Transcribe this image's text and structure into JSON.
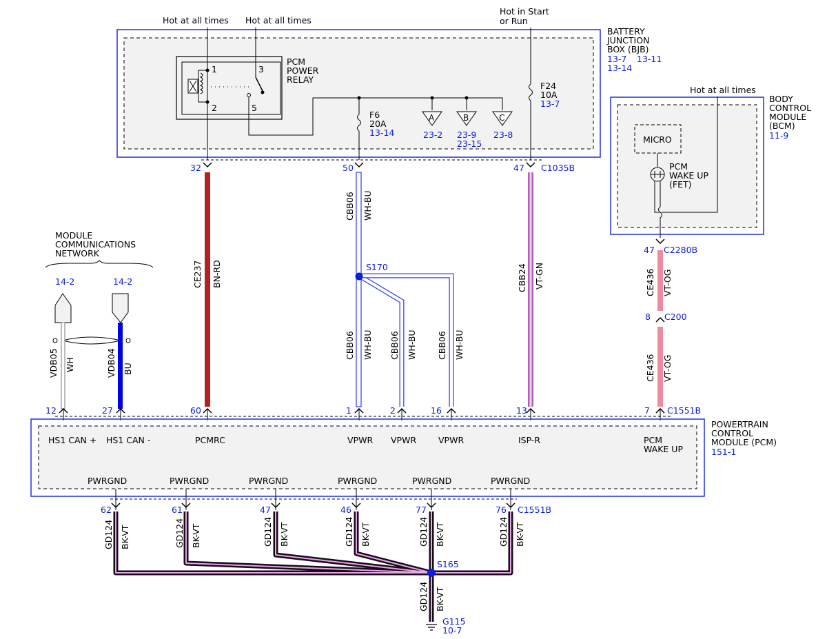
{
  "sources": {
    "hot1": "Hot at all times",
    "hot2": "Hot at all times",
    "start1": "Hot in Start",
    "start2": "or Run",
    "hot3": "Hot at all times"
  },
  "bjb": {
    "name": [
      "BATTERY",
      "JUNCTION",
      "BOX (BJB)"
    ],
    "refs": [
      "13-7",
      "13-11",
      "13-14"
    ]
  },
  "relay": {
    "name": [
      "PCM",
      "POWER",
      "RELAY"
    ],
    "pins": [
      "1",
      "3",
      "2",
      "5"
    ]
  },
  "fuses": {
    "f6": {
      "name": "F6",
      "rating": "20A",
      "ref": "13-14"
    },
    "f24": {
      "name": "F24",
      "rating": "10A",
      "ref": "13-7"
    }
  },
  "offpage": [
    {
      "letter": "A",
      "refs": [
        "23-2"
      ]
    },
    {
      "letter": "B",
      "refs": [
        "23-9",
        "23-15"
      ]
    },
    {
      "letter": "C",
      "refs": [
        "23-8"
      ]
    }
  ],
  "bcm": {
    "name": [
      "BODY",
      "CONTROL",
      "MODULE",
      "(BCM)"
    ],
    "ref": "11-9",
    "micro": "MICRO",
    "fet": [
      "PCM",
      "WAKE UP",
      "(FET)"
    ]
  },
  "network": {
    "title": [
      "MODULE",
      "COMMUNICATIONS",
      "NETWORK"
    ],
    "refs": [
      "14-2",
      "14-2"
    ]
  },
  "pcm": {
    "name": [
      "POWERTRAIN",
      "CONTROL",
      "MODULE (PCM)"
    ],
    "ref": "151-1",
    "pins": [
      "HS1 CAN +",
      "HS1 CAN -",
      "PCMRC",
      "VPWR",
      "VPWR",
      "VPWR",
      "ISP-R",
      "PCM",
      "WAKE UP"
    ],
    "ground_pins": [
      "PWRGND",
      "PWRGND",
      "PWRGND",
      "PWRGND",
      "PWRGND",
      "PWRGND"
    ]
  },
  "connectors": {
    "c1035b": "C1035B",
    "c2280b": "C2280B",
    "c200": "C200",
    "c1551b_top": "C1551B",
    "c1551b_bot": "C1551B"
  },
  "pin_numbers": {
    "bjb": [
      "32",
      "50",
      "47"
    ],
    "bcm": "47",
    "c200": "8",
    "pcm_top": [
      "12",
      "27",
      "60",
      "1",
      "2",
      "16",
      "13",
      "7"
    ],
    "pcm_bottom": [
      "62",
      "61",
      "47",
      "46",
      "77",
      "76"
    ]
  },
  "splices": {
    "s170": "S170",
    "s165": "S165"
  },
  "ground": {
    "name": "G115",
    "ref": "10-7"
  },
  "circuits": {
    "vdb05": {
      "id": "VDB05",
      "color": "WH"
    },
    "vdb04": {
      "id": "VDB04",
      "color": "BU"
    },
    "ce237": {
      "id": "CE237",
      "color": "BN-RD"
    },
    "cbb06": {
      "id": "CBB06",
      "color": "WH-BU"
    },
    "cbb24": {
      "id": "CBB24",
      "color": "VT-GN"
    },
    "ce436": {
      "id": "CE436",
      "color": "VT-OG"
    },
    "gd124": {
      "id": "GD124",
      "color": "BK-VT"
    }
  },
  "colors": {
    "module_border": "#1f2fe0",
    "ref_text": "#0a1edc",
    "brown_red": "#b22222",
    "blue_wire": "#0000e6",
    "violet_green": "#b45fb4",
    "violet_orange": "#ee8aa0",
    "black_violet": "#1a0a1a"
  }
}
